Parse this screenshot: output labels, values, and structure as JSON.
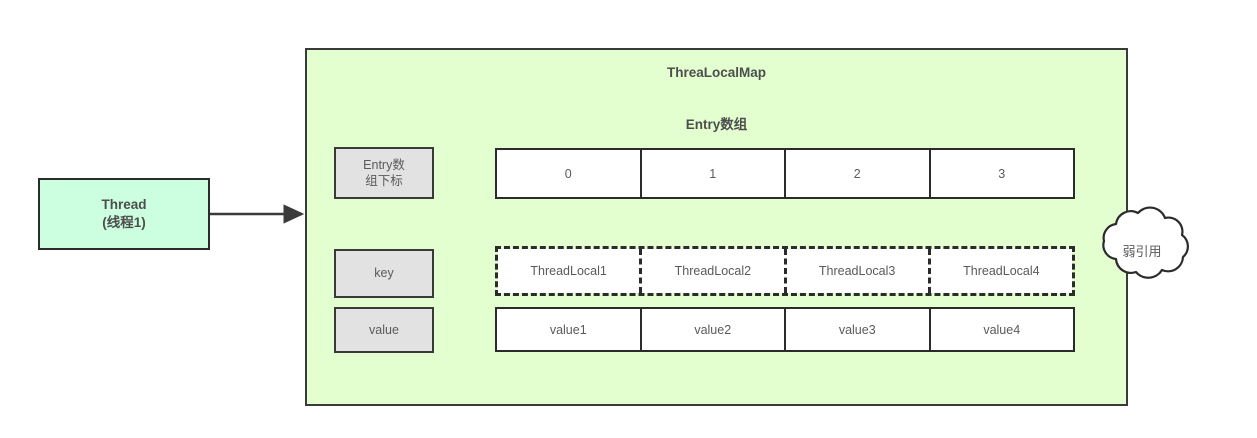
{
  "diagram": {
    "title": "ThreaLocalMap",
    "subtitle": "Entry数组",
    "panel_color": "#e3ffd0",
    "thread_color": "#ccffe0",
    "label_color": "#e2e2e2",
    "stroke_color": "#2b2b2b",
    "text_color": "#5a5a5a"
  },
  "thread": {
    "line1": "Thread",
    "line2": "(线程1)"
  },
  "labels": {
    "index_line1": "Entry数",
    "index_line2": "组下标",
    "key": "key",
    "value": "value"
  },
  "table": {
    "index_row": [
      "0",
      "1",
      "2",
      "3"
    ],
    "key_row": [
      "ThreadLocal1",
      "ThreadLocal2",
      "ThreadLocal3",
      "ThreadLocal4"
    ],
    "value_row": [
      "value1",
      "value2",
      "value3",
      "value4"
    ]
  },
  "annotation": {
    "cloud_text": "弱引用"
  }
}
